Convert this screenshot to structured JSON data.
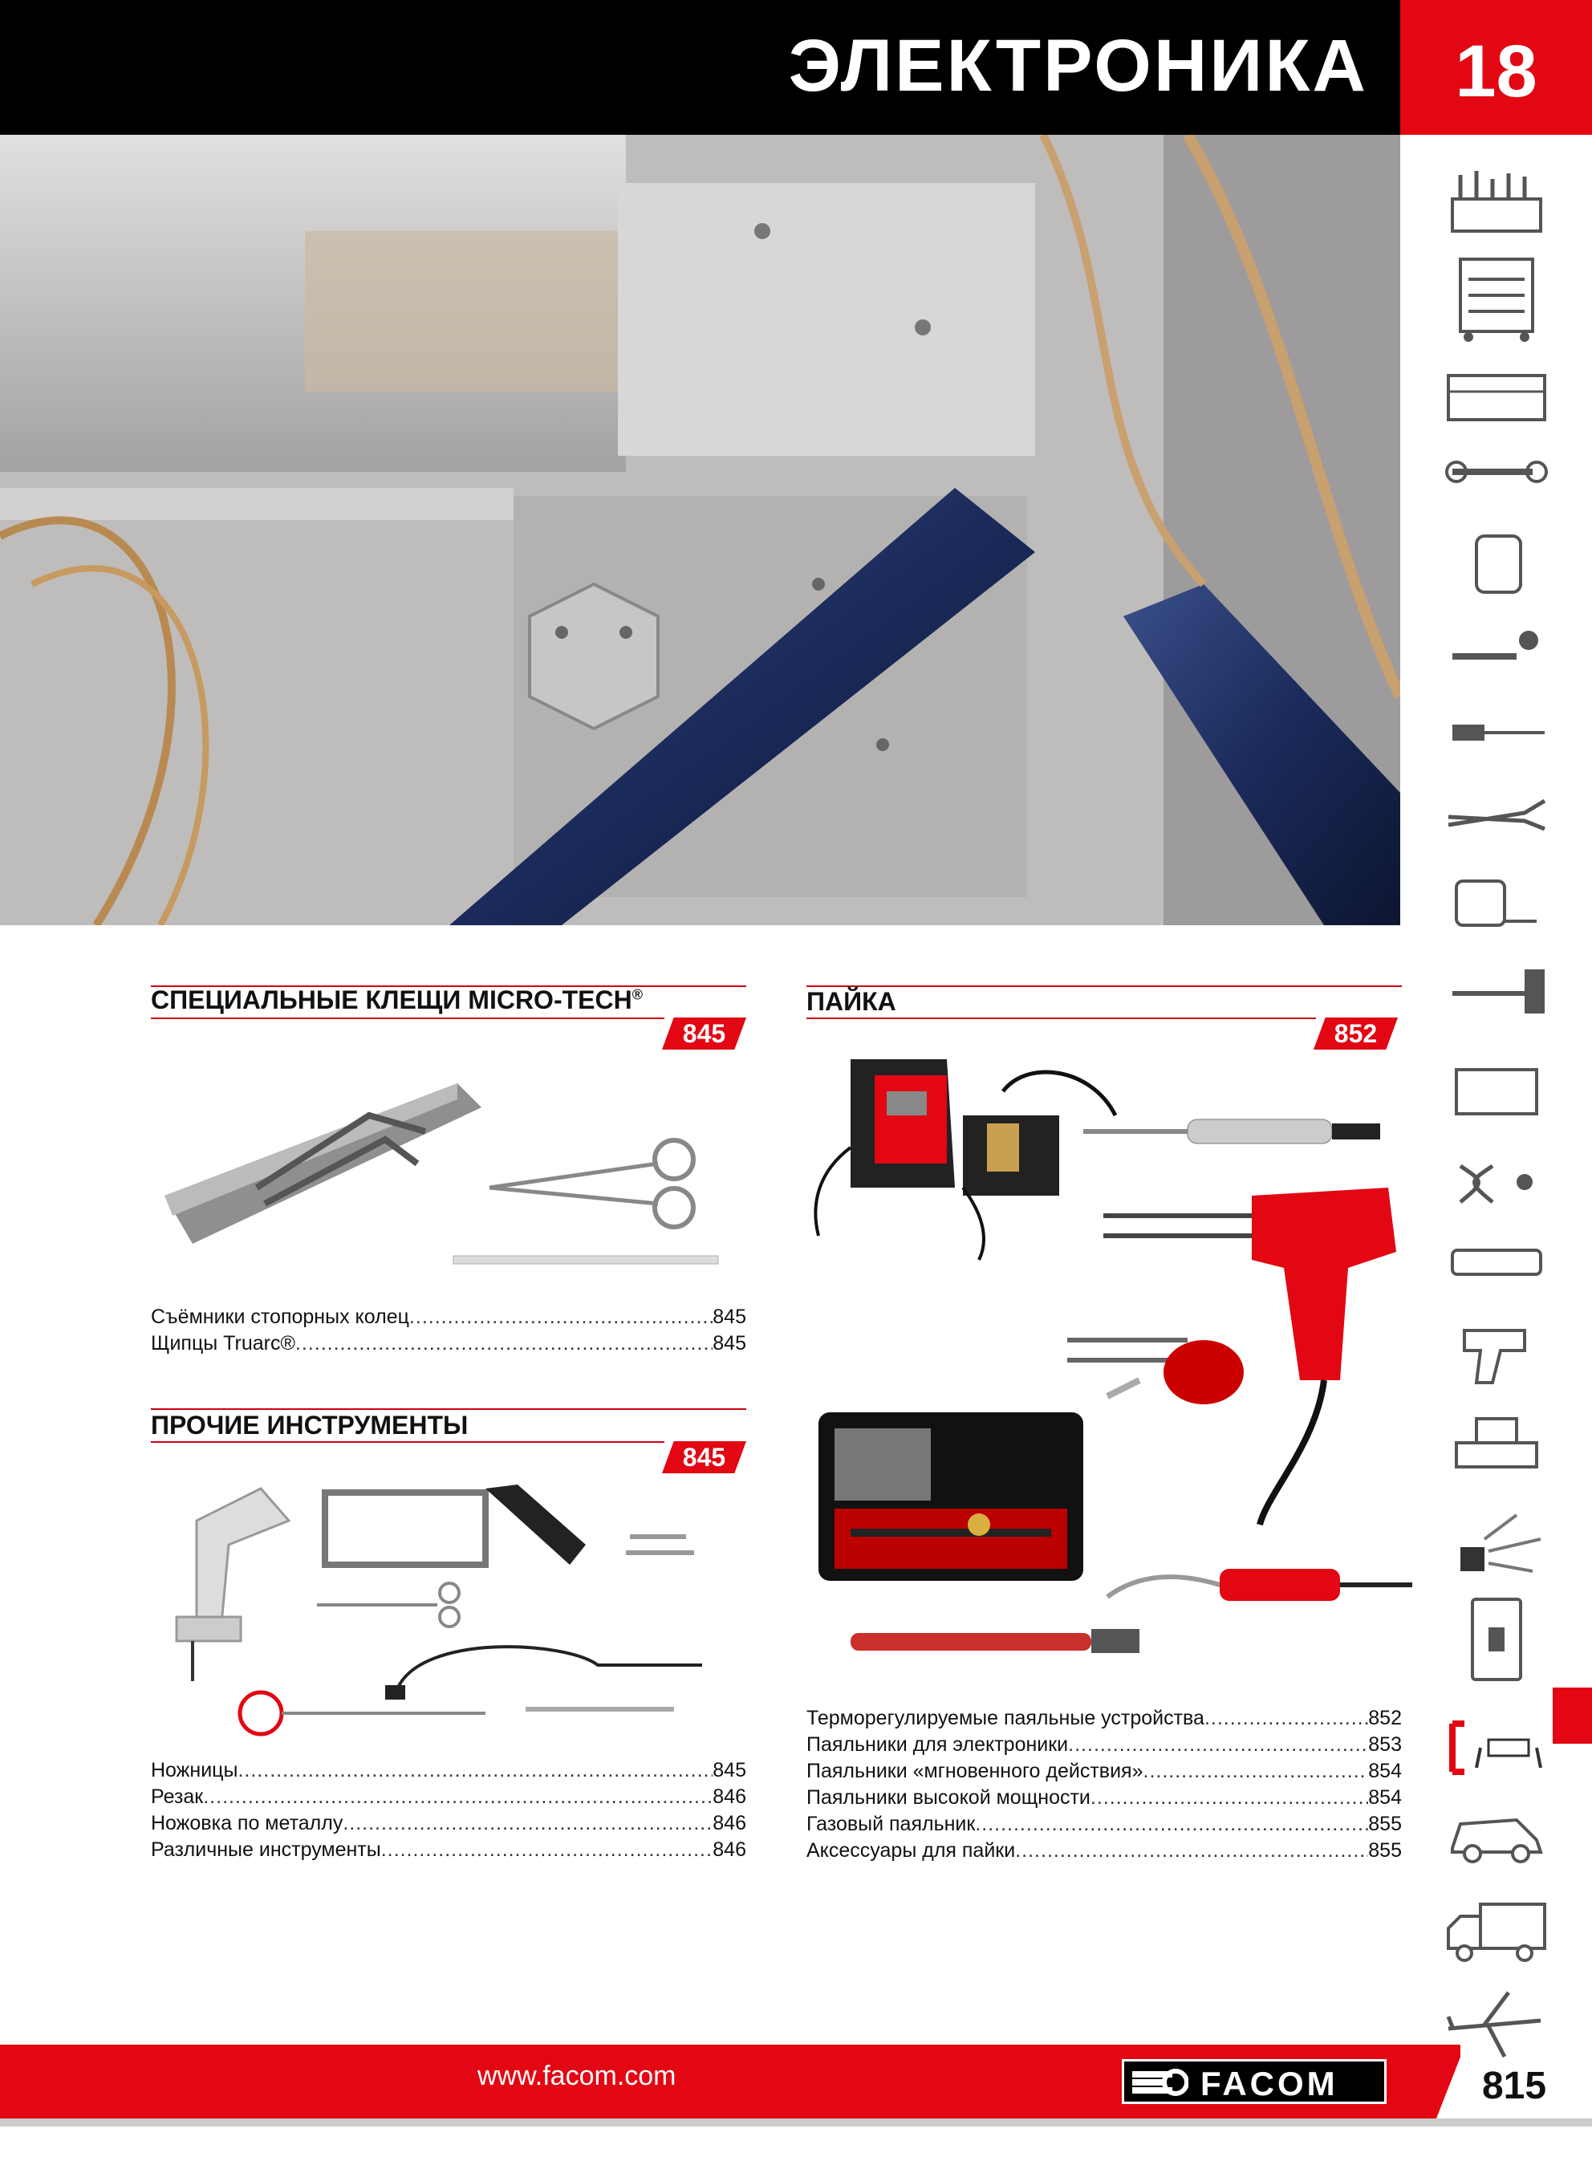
{
  "header": {
    "title": "ЭЛЕКТРОНИКА",
    "chapter": "18"
  },
  "sidebar": {
    "icons": [
      "tool-box-icon",
      "tool-cabinet-icon",
      "tool-case-icon",
      "wrench-icon",
      "socket-icon",
      "ratchet-icon",
      "screwdriver-icon",
      "pliers-icon",
      "tape-measure-icon",
      "hammer-icon",
      "hacksaw-icon",
      "puller-icon",
      "tester-icon",
      "impact-wrench-icon",
      "vise-icon",
      "safety-icon",
      "circuit-breaker-icon",
      "soldering-bracket-icon",
      "car-icon",
      "truck-icon",
      "airplane-icon"
    ]
  },
  "sections": {
    "micro_tech": {
      "title": "СПЕЦИАЛЬНЫЕ КЛЕЩИ MICRO-TECH",
      "title_mark": "®",
      "tag": "845",
      "items": [
        {
          "label": "Съёмники стопорных колец",
          "page": "845"
        },
        {
          "label": "Щипцы Truarc®",
          "page": "845"
        }
      ]
    },
    "other_tools": {
      "title": "ПРОЧИЕ ИНСТРУМЕНТЫ",
      "tag": "845",
      "items": [
        {
          "label": "Ножницы",
          "page": "845"
        },
        {
          "label": "Резак",
          "page": "846"
        },
        {
          "label": "Ножовка по металлу",
          "page": "846"
        },
        {
          "label": "Различные инструменты",
          "page": "846"
        }
      ]
    },
    "soldering": {
      "title": "ПАЙКА",
      "tag": "852",
      "items": [
        {
          "label": "Терморегулируемые паяльные устройства",
          "page": "852"
        },
        {
          "label": "Паяльники для электроники",
          "page": "853"
        },
        {
          "label": "Паяльники «мгновенного действия»",
          "page": "854"
        },
        {
          "label": "Паяльники высокой мощности",
          "page": "854"
        },
        {
          "label": "Газовый паяльник",
          "page": "855"
        },
        {
          "label": "Аксессуары для пайки",
          "page": "855"
        }
      ]
    }
  },
  "footer": {
    "url": "www.facom.com",
    "brand": "FACOM",
    "page": "815"
  },
  "colors": {
    "brand_red": "#e30613",
    "black": "#000000"
  }
}
